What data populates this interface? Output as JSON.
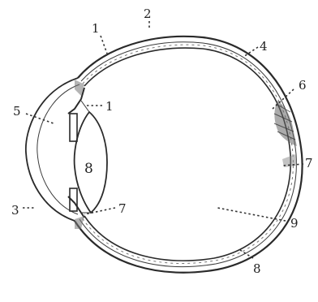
{
  "diagram": {
    "labels": {
      "top_1": "1",
      "top_2": "2",
      "top_4": "4",
      "right_6": "6",
      "left_5": "5",
      "mid_1": "1",
      "lens_8": "8",
      "left_3": "3",
      "mid_7": "7",
      "right_7": "7",
      "right_9": "9",
      "bottom_8": "8"
    }
  }
}
